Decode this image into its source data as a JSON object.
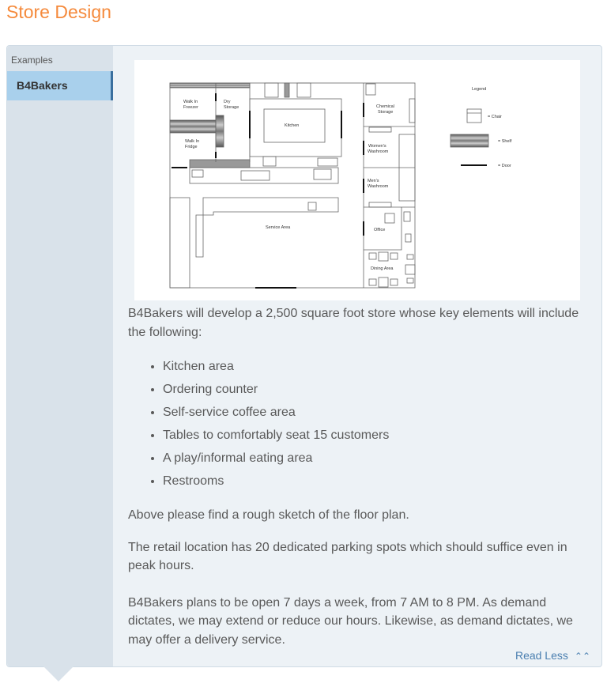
{
  "page_title": "Store Design",
  "sidebar": {
    "section_label": "Examples",
    "items": [
      {
        "label": "B4Bakers",
        "selected": true
      }
    ]
  },
  "floor_plan": {
    "rooms": {
      "walk_in_freezer": [
        "Walk In",
        "Freezer"
      ],
      "dry_storage": [
        "Dry",
        "Storage"
      ],
      "kitchen": "Kitchen",
      "walk_in_fridge": [
        "Walk In",
        "Fridge"
      ],
      "chemical_storage": [
        "Chemical",
        "Storage"
      ],
      "womens_washroom": [
        "Women's",
        "Washroom"
      ],
      "mens_washroom": [
        "Men's",
        "Washroom"
      ],
      "service_area": "Service Area",
      "office": "Office",
      "dining_area": "Dining Area"
    },
    "legend": {
      "title": "Legend",
      "chair": "= Chair",
      "shelf": "= Shelf",
      "door": "= Door"
    }
  },
  "content": {
    "intro": "B4Bakers will develop a 2,500 square foot store whose key elements will include the following:",
    "bullets": [
      "Kitchen area",
      "Ordering counter",
      "Self-service coffee area",
      "Tables to comfortably seat 15 customers",
      "A play/informal eating area",
      "Restrooms"
    ],
    "para1": "Above please find a rough sketch of the floor plan.",
    "para2": "The retail location has 20 dedicated parking spots which should suffice even in peak hours.",
    "para3": "B4Bakers plans to be open 7 days a week, from 7 AM to 8 PM. As demand dictates, we may extend or reduce our hours. Likewise, as demand dictates, we may offer a delivery service."
  },
  "read_less": {
    "label": "Read Less",
    "icon": "double-chevron-up-icon"
  },
  "colors": {
    "title": "#f58a3c",
    "selected_item": "#a9d0ec",
    "link": "#4a7fb0"
  }
}
